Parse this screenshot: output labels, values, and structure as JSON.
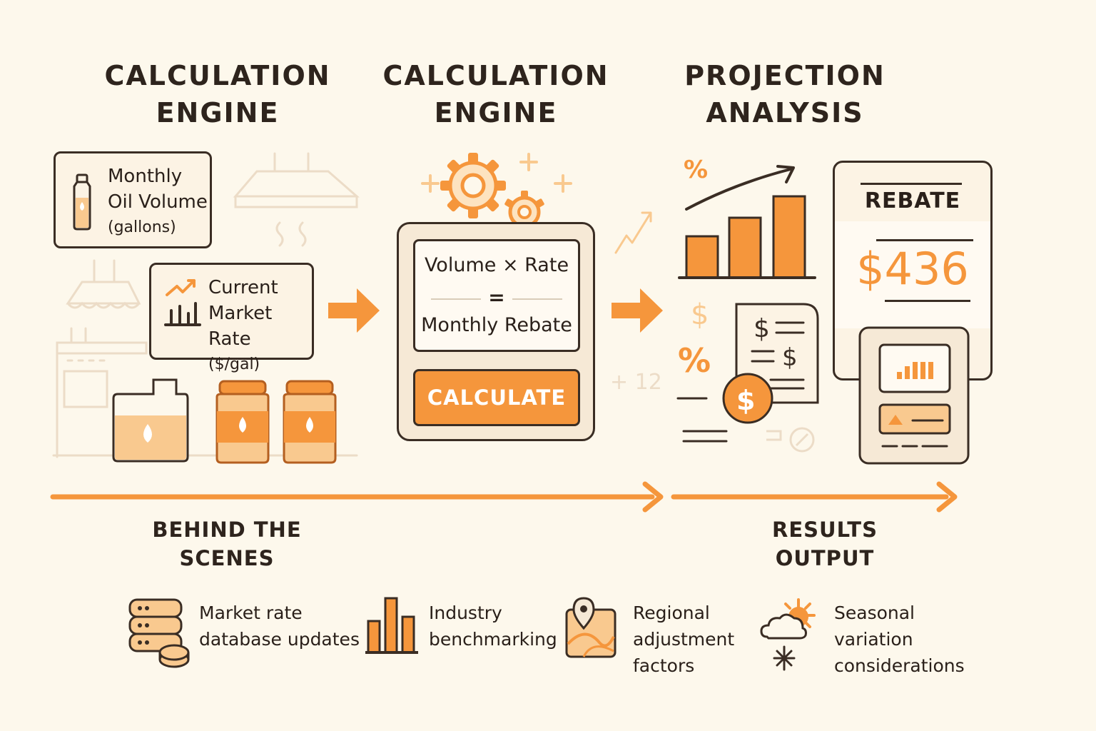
{
  "columns": [
    {
      "title_line1": "CALCULATION",
      "title_line2": "ENGINE"
    },
    {
      "title_line1": "CALCULATION",
      "title_line2": "ENGINE"
    },
    {
      "title_line1": "PROJECTION",
      "title_line2": "ANALYSIS"
    }
  ],
  "inputs": {
    "volume": {
      "line1": "Monthly",
      "line2": "Oil Volume",
      "line3": "(gallons)"
    },
    "rate": {
      "line1": "Current",
      "line2": "Market Rate",
      "line3": "($/gal)"
    }
  },
  "engine": {
    "formula_top": "Volume × Rate",
    "equals": "=",
    "formula_bottom": "Monthly Rebate",
    "button_label": "CALCULATE",
    "side_note": "+ 12"
  },
  "projection": {
    "percent_sign": "%",
    "dollar_sign": "$"
  },
  "result": {
    "title": "REBATE",
    "amount": "$436"
  },
  "flow_labels": {
    "left_line1": "BEHIND THE",
    "left_line2": "SCENES",
    "right_line1": "RESULTS",
    "right_line2": "OUTPUT"
  },
  "features": [
    {
      "icon": "database-icon",
      "line1": "Market rate",
      "line2": "database updates",
      "line3": ""
    },
    {
      "icon": "bar-chart-icon",
      "line1": "Industry",
      "line2": "benchmarking",
      "line3": ""
    },
    {
      "icon": "map-pin-icon",
      "line1": "Regional",
      "line2": "adjustment",
      "line3": "factors"
    },
    {
      "icon": "weather-icon",
      "line1": "Seasonal",
      "line2": "variation",
      "line3": "considerations"
    }
  ],
  "colors": {
    "accent": "#f5963c",
    "accent_light": "#f9c98f",
    "outline": "#3a2d24",
    "background": "#fdf8ec",
    "faint": "#ecdcc7"
  }
}
